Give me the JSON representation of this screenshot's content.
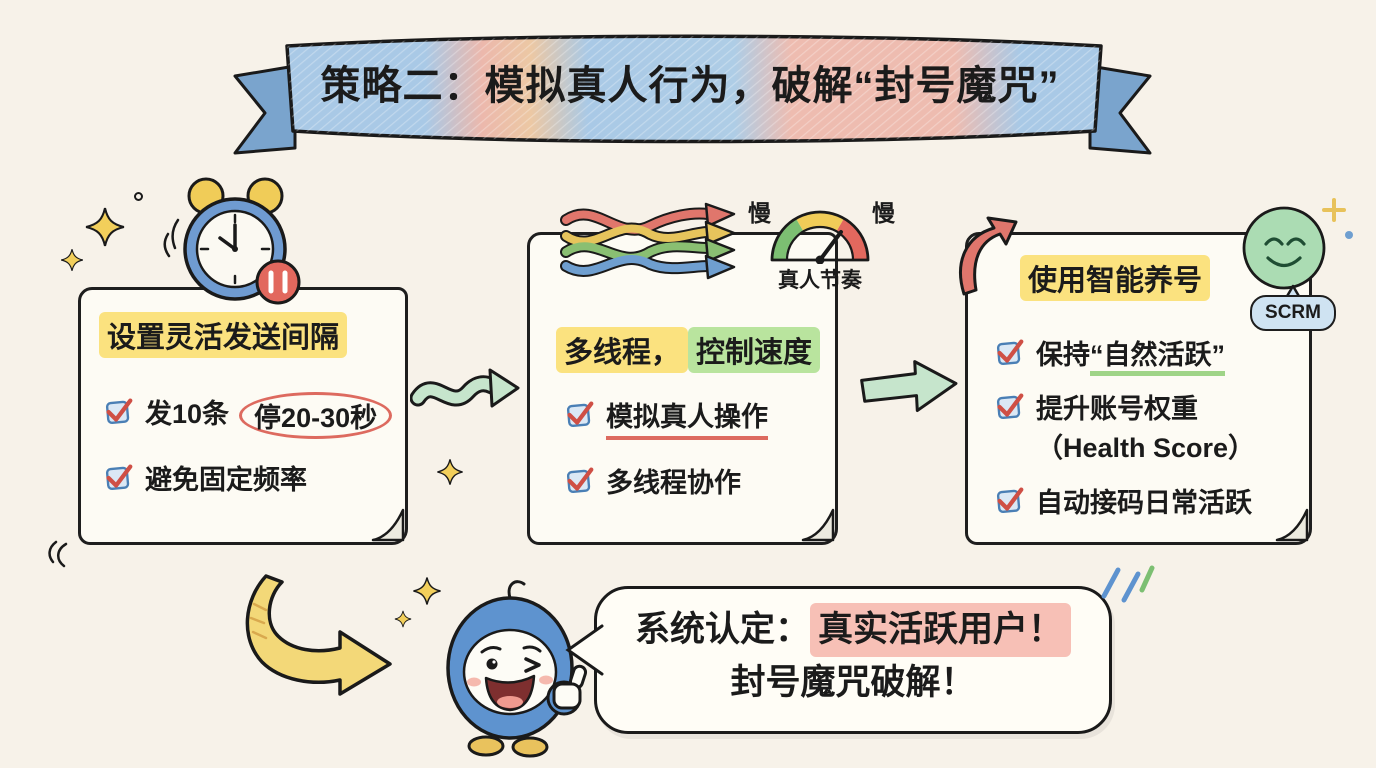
{
  "colors": {
    "background": "#f7f2e9",
    "highlight_yellow": "#fbe27f",
    "highlight_green": "#b9e49e",
    "highlight_pink": "#f7c0b6",
    "accent_red": "#dd6a5f",
    "accent_blue": "#6f9fd0",
    "accent_green": "#8abf72",
    "accent_yellow": "#f3d878"
  },
  "title": {
    "banner": "策略二：模拟真人行为，破解“封号魔咒”"
  },
  "cards": {
    "interval": {
      "title": "设置灵活发送间隔",
      "item1_prefix": "发10条",
      "item1_circled": "停20-30秒",
      "item2": "避免固定频率"
    },
    "threads": {
      "title_yellow": "多线程，",
      "title_green": "控制速度",
      "gauge_left": "慢",
      "gauge_right": "慢",
      "gauge_caption": "真人节奏",
      "item1": "模拟真人操作",
      "item2": "多线程协作"
    },
    "nurture": {
      "title": "使用智能养号",
      "badge": "SCRM",
      "item1_prefix": "保持",
      "item1_underlined": "“自然活跃”",
      "item2_line1": "提升账号权重",
      "item2_line2": "（Health Score）",
      "item3": "自动接码日常活跃"
    }
  },
  "speech": {
    "line1_prefix": "系统认定：",
    "line1_highlight": "真实活跃用户！",
    "line2": "封号魔咒破解！"
  }
}
